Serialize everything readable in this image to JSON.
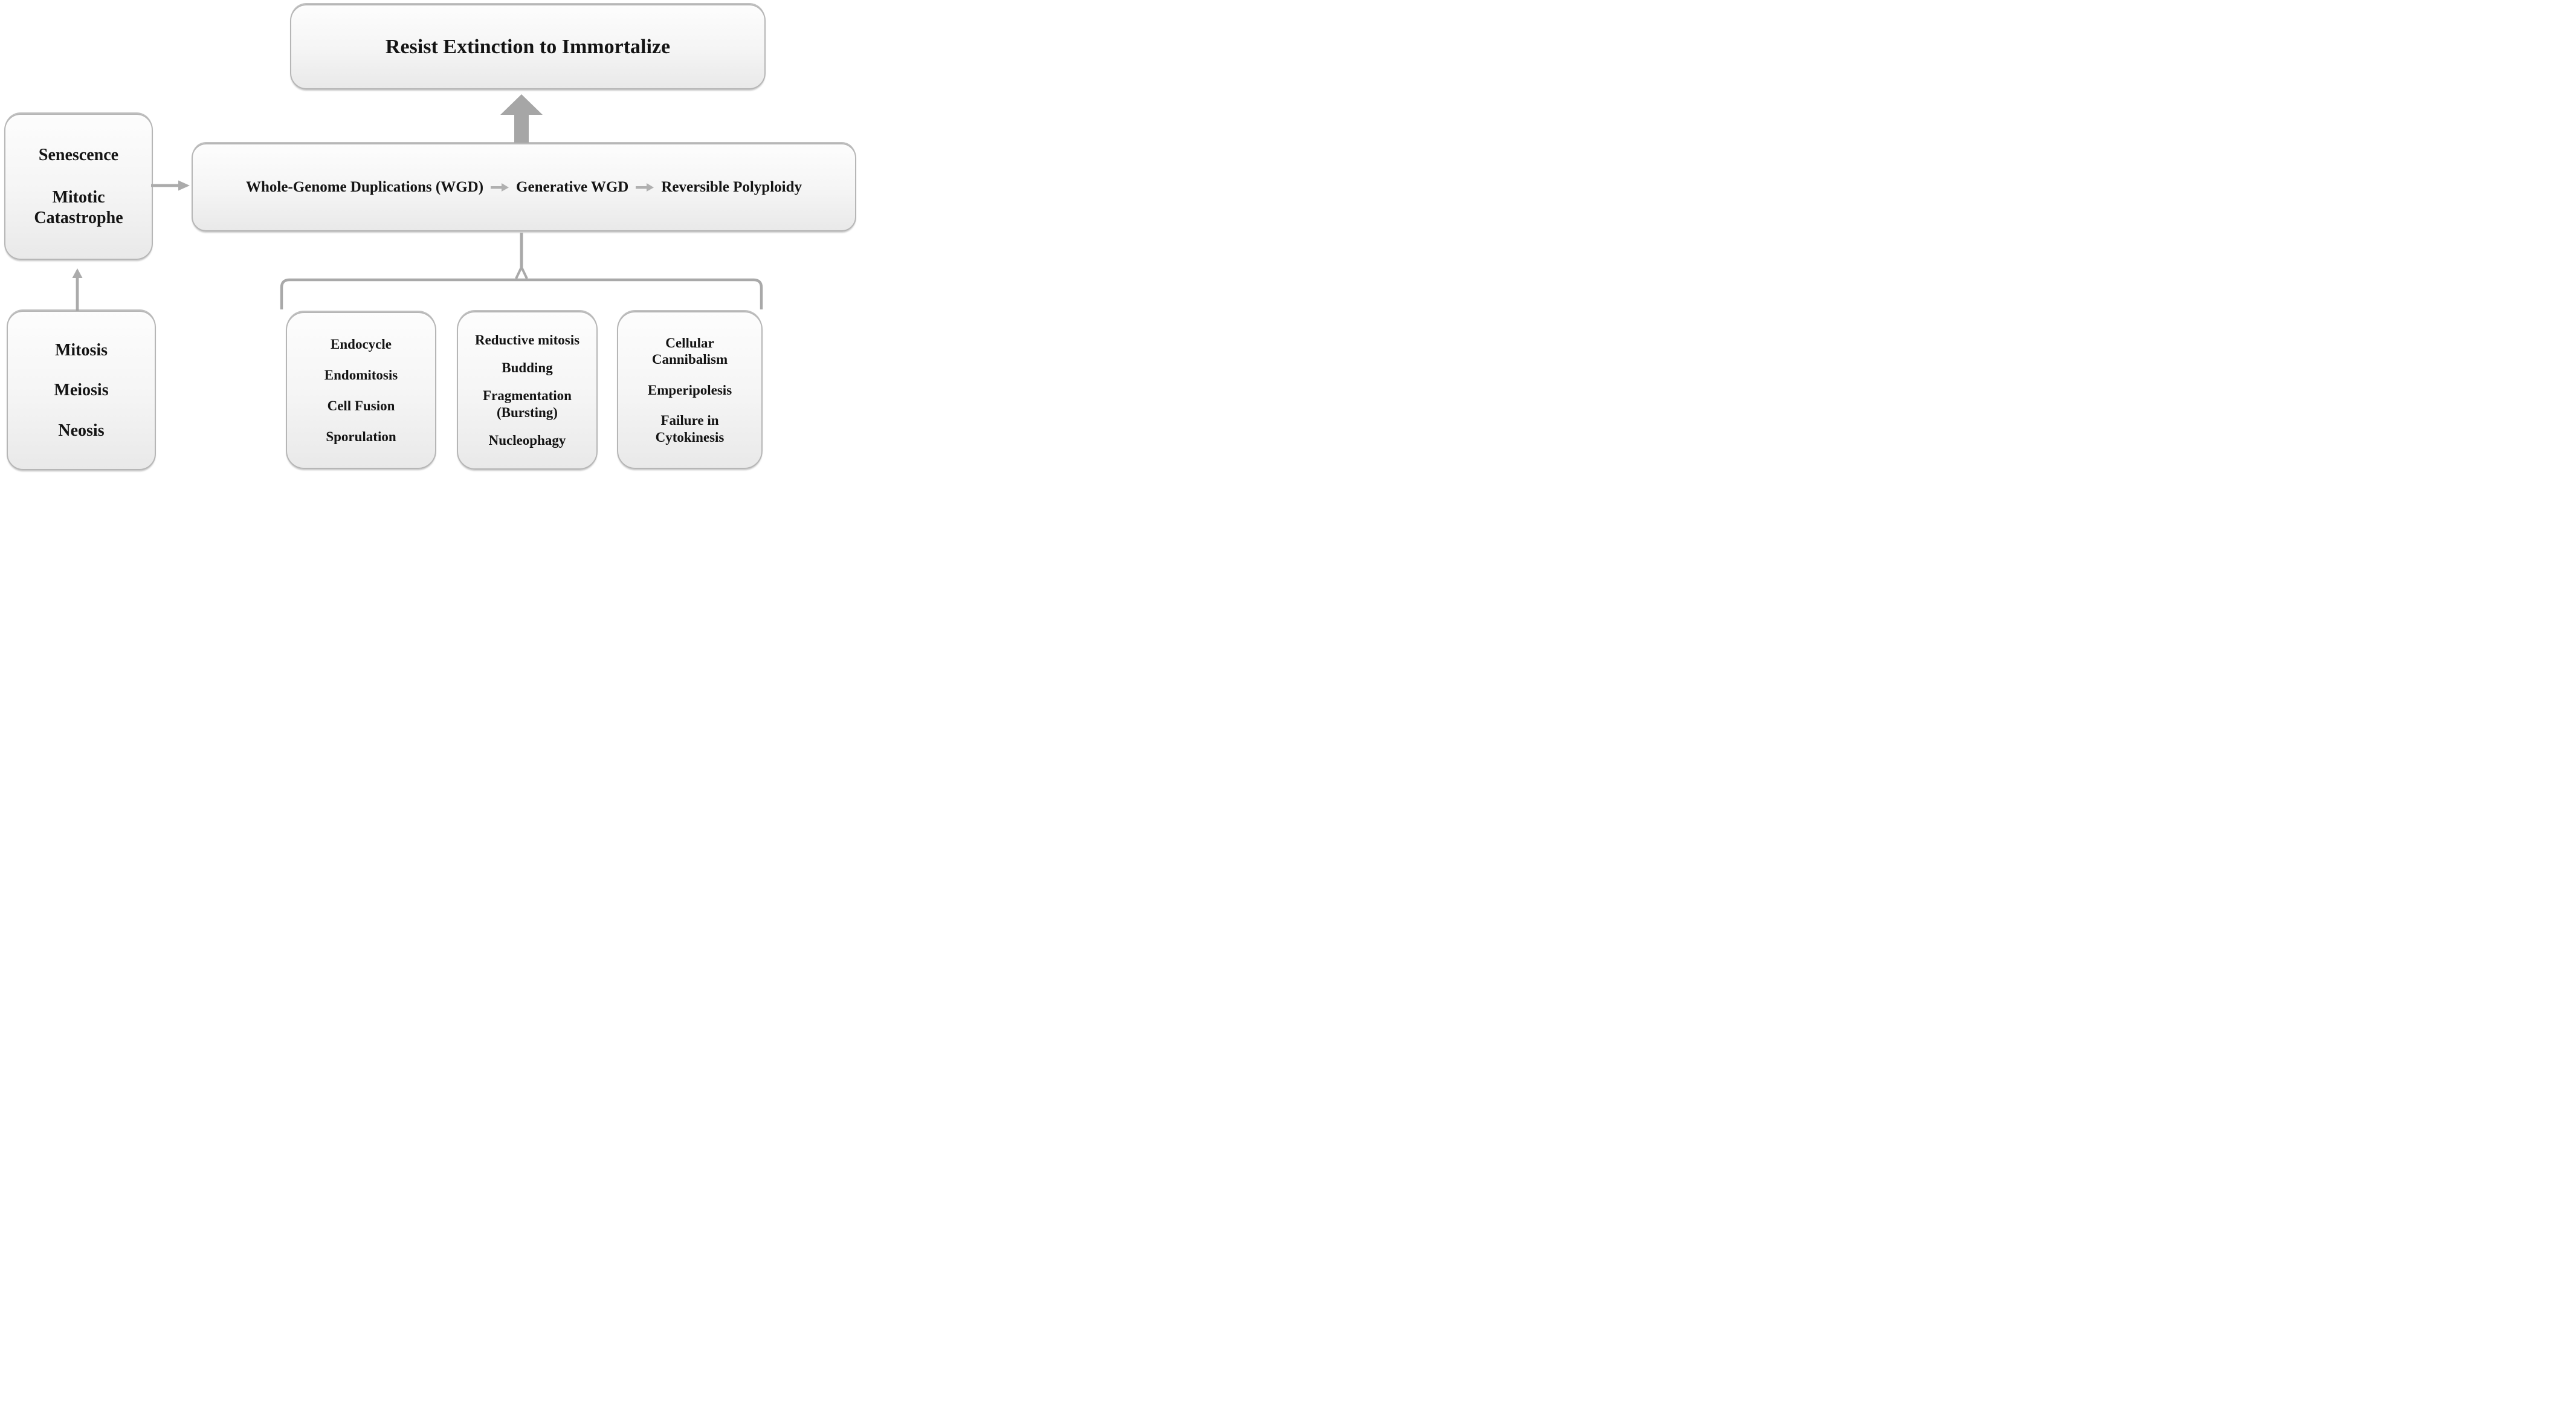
{
  "figure": {
    "title": "Resist Extinction to Immortalize",
    "pathway": {
      "steps": [
        "Whole-Genome Duplications (WGD)",
        "Generative WGD",
        "Reversible Polyploidy"
      ]
    },
    "fate": {
      "lines": [
        "Senescence",
        "Mitotic Catastrophe"
      ]
    },
    "origin": {
      "lines": [
        "Mitosis",
        "Meiosis",
        "Neosis"
      ]
    },
    "mechanisms": [
      {
        "items": [
          "Endocycle",
          "Endomitosis",
          "Cell Fusion",
          "Sporulation"
        ]
      },
      {
        "items": [
          "Reductive mitosis",
          "Budding",
          "Fragmentation (Bursting)",
          "Nucleophagy"
        ]
      },
      {
        "items": [
          "Cellular Cannibalism",
          "Emperipolesis",
          "Failure in Cytokinesis"
        ]
      }
    ],
    "icons": {
      "block_arrow_up": "⬆",
      "flow_arrow": "➜",
      "arrow_right": "→",
      "arrow_up": "↑",
      "brace_down": "︸"
    },
    "colors": {
      "background": "#ffffff",
      "box_fill_top": "#fdfdfd",
      "box_fill_bottom": "#e9e9e9",
      "box_border": "#b6b6b6",
      "arrow_gray": "#a6a6a6",
      "brace_gray": "#a9a9a9",
      "text": "#141414"
    }
  }
}
